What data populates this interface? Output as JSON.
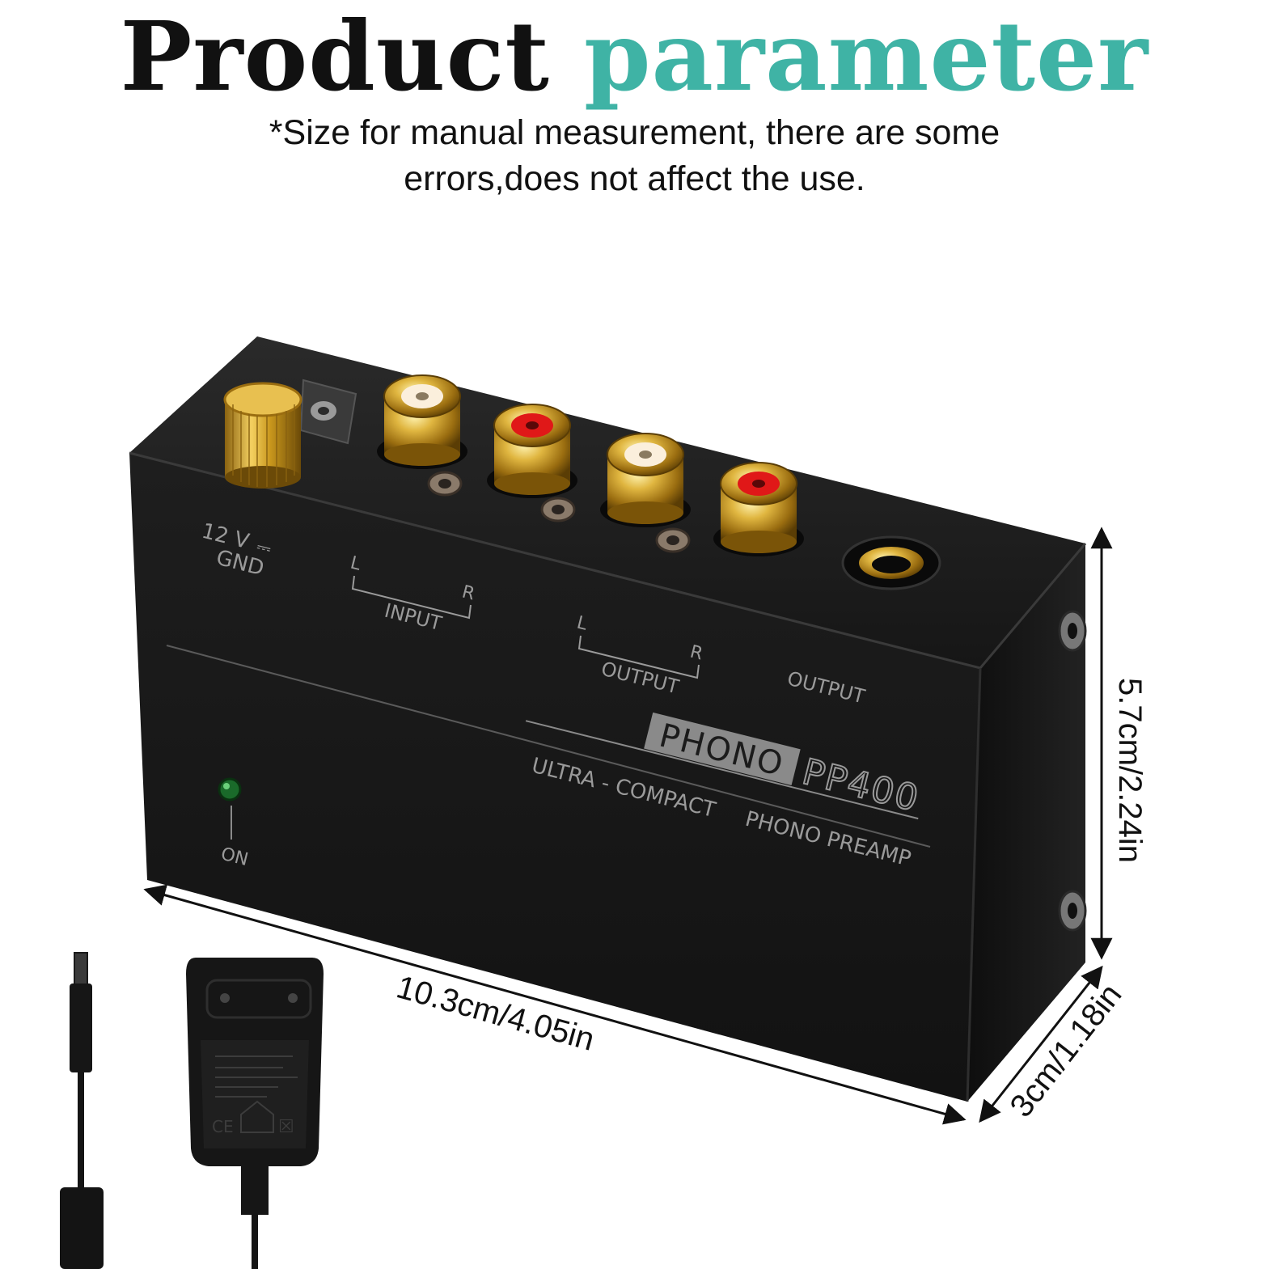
{
  "header": {
    "title_word1": "Product",
    "title_word2": "parameter",
    "note_line1": "*Size for manual measurement, there are some",
    "note_line2": "errors,does not affect the use."
  },
  "device": {
    "power_label_voltage": "12 V",
    "power_label_gnd": "GND",
    "input_left": "L",
    "input_right": "R",
    "input_label": "INPUT",
    "output_left": "L",
    "output_right": "R",
    "output_label": "OUTPUT",
    "output_jack_label": "OUTPUT",
    "brand_badge": "PHONO",
    "model": "PP400",
    "subtitle_part1": "ULTRA - COMPACT",
    "subtitle_part2": "PHONO PREAMP",
    "led_label": "ON"
  },
  "dimensions": {
    "length": "10.3cm/4.05in",
    "height": "5.7cm/2.24in",
    "depth": "3cm/1.18in"
  },
  "colors": {
    "accent": "#3fb3a5",
    "body": "#1b1b1b",
    "gold": "#d4a21e",
    "rca_red": "#e01818"
  }
}
